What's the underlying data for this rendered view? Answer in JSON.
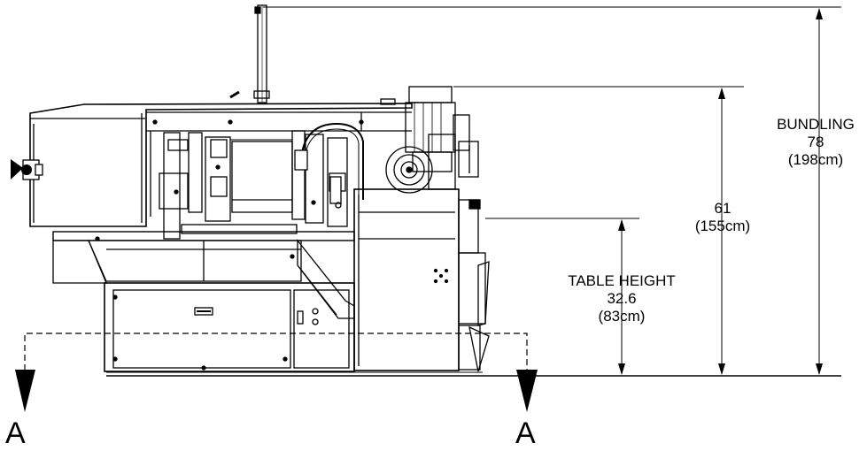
{
  "dimensions": {
    "bundling": {
      "label": "BUNDLING",
      "value": "78",
      "metric": "(198cm)"
    },
    "overall": {
      "value": "61",
      "metric": "(155cm)"
    },
    "table": {
      "label": "TABLE HEIGHT",
      "value": "32.6",
      "metric": "(83cm)"
    }
  },
  "section_markers": {
    "left": "A",
    "right": "A"
  }
}
